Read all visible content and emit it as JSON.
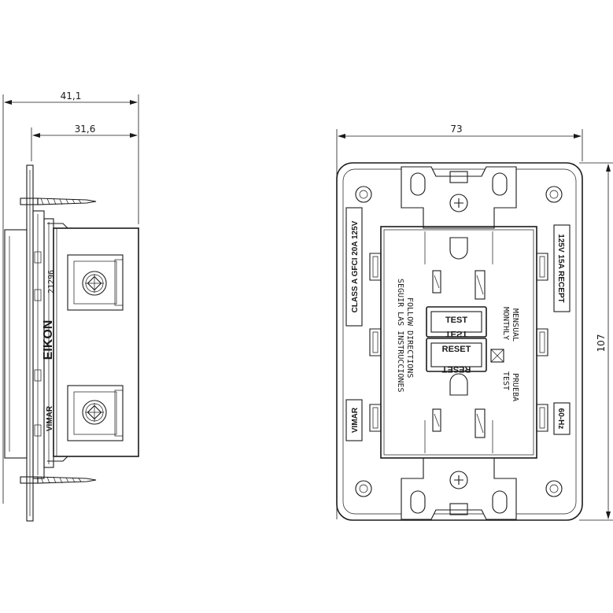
{
  "dimensions": {
    "overall_depth": "41,1",
    "body_depth": "31,6",
    "plate_width": "73",
    "plate_height": "107"
  },
  "side_view": {
    "part_number": "21296",
    "brand_series": "EIKON",
    "brand": "VIMAR"
  },
  "front_view": {
    "rating_left": "CLASS A GFCI 20A 125V",
    "rating_right": "125V 15A RECEPT",
    "brand": "VIMAR",
    "frequency": "60-Hz",
    "directions_en": "FOLLOW DIRECTIONS",
    "directions_es": "SEGUIR LAS INSTRUCCIONES",
    "test_label": "TEST",
    "reset_label": "RESET",
    "monthly_en": "MONTHLY",
    "monthly_es": "MENSUAL",
    "test_en": "TEST",
    "test_es": "PRUEBA"
  },
  "colors": {
    "line": "#1a1a1a",
    "background": "#ffffff"
  }
}
